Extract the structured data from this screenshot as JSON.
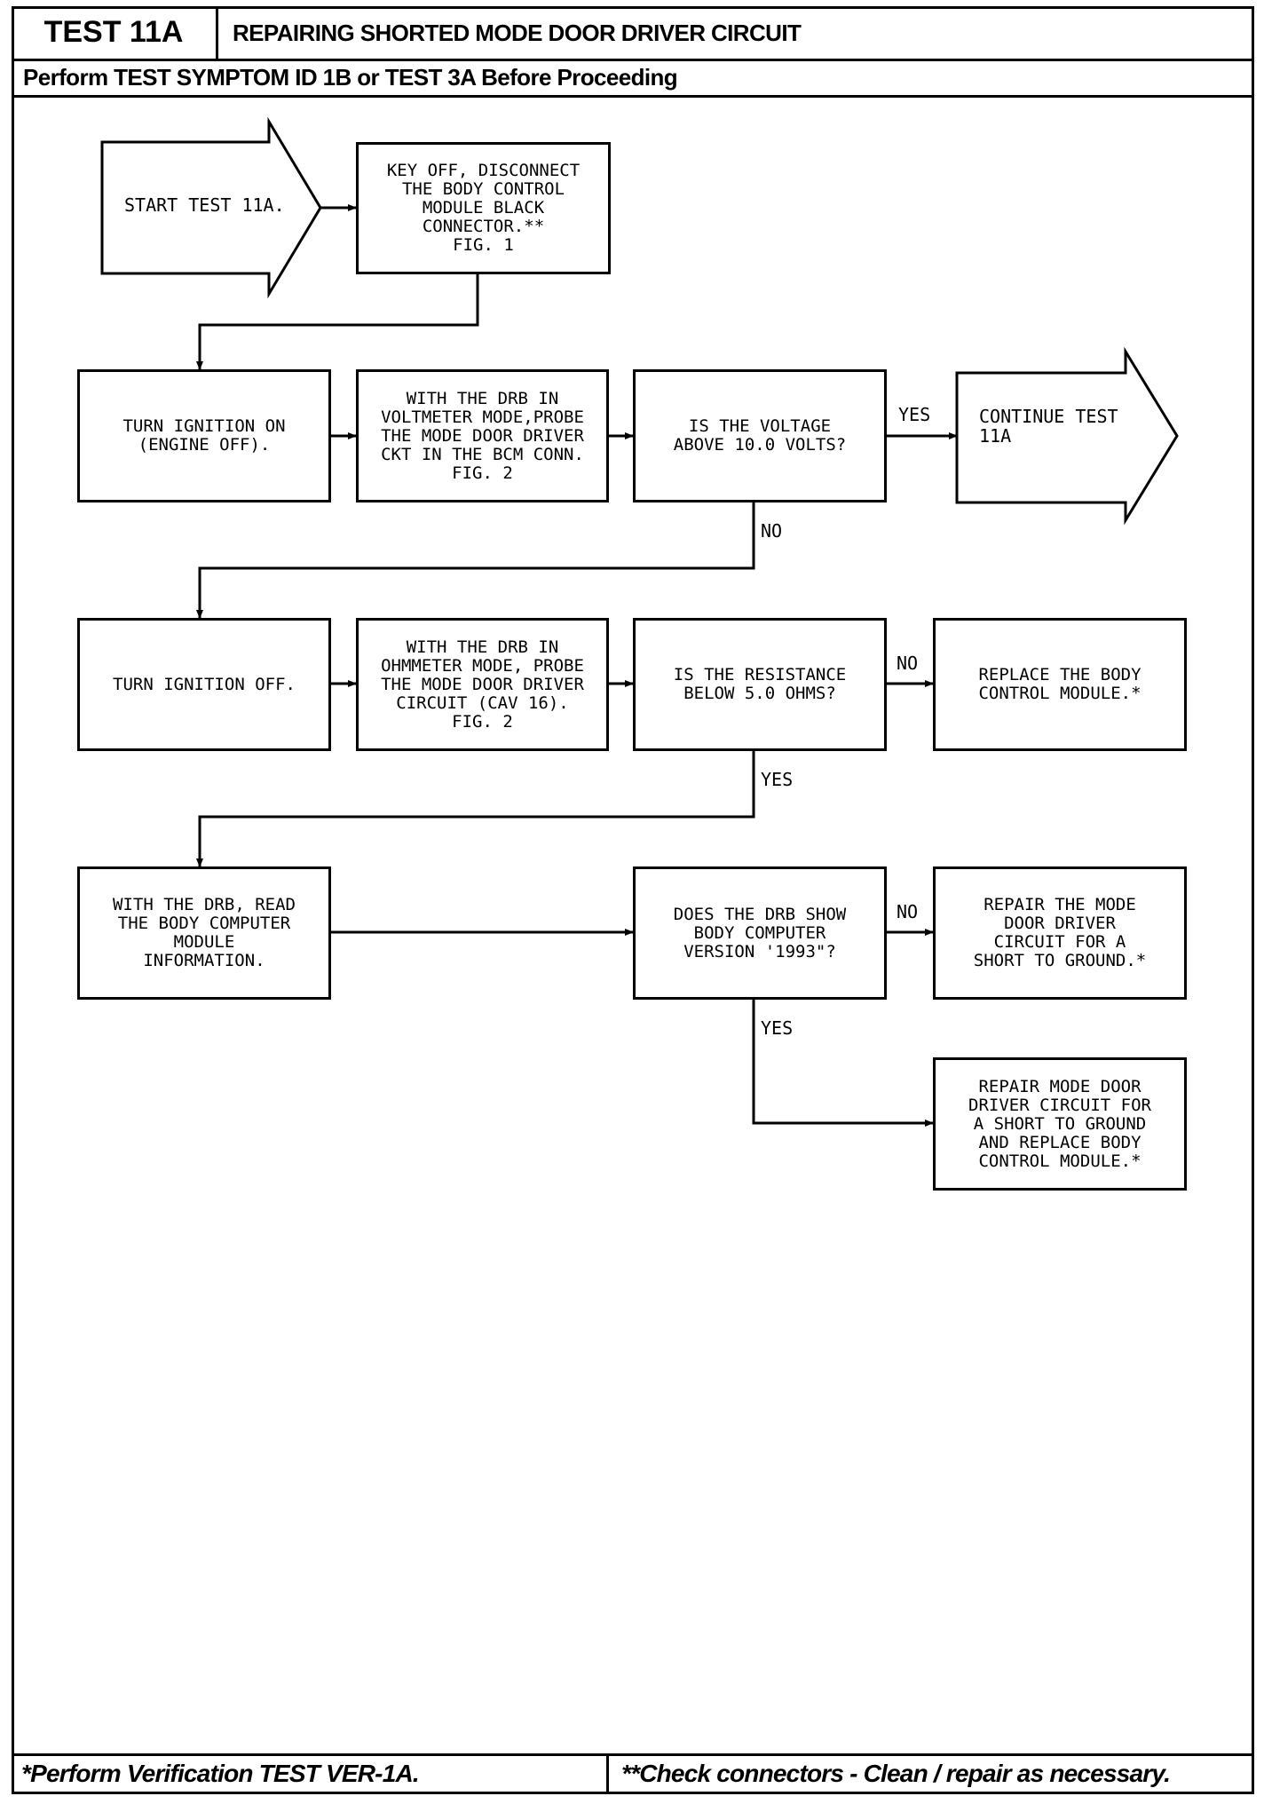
{
  "header": {
    "test_id": "TEST 11A",
    "title": "REPAIRING SHORTED MODE DOOR DRIVER CIRCUIT",
    "prerequisite": "Perform TEST SYMPTOM ID 1B or TEST 3A Before Proceeding"
  },
  "flow": {
    "start": "START TEST 11A.",
    "key_off": "KEY OFF, DISCONNECT\nTHE BODY CONTROL\nMODULE BLACK\nCONNECTOR.**\nFIG. 1",
    "ignition_on": "TURN IGNITION ON\n(ENGINE OFF).",
    "probe_voltage": "WITH THE DRB IN\nVOLTMETER MODE,PROBE\nTHE MODE DOOR DRIVER\nCKT IN THE BCM CONN.\nFIG. 2",
    "voltage_question": "IS THE VOLTAGE\nABOVE 10.0 VOLTS?",
    "continue": "CONTINUE TEST\n11A",
    "ignition_off": "TURN IGNITION OFF.",
    "probe_ohms": "WITH THE DRB IN\nOHMMETER MODE, PROBE\nTHE MODE DOOR DRIVER\nCIRCUIT (CAV 16).\nFIG. 2",
    "resistance_question": "IS THE RESISTANCE\nBELOW 5.0 OHMS?",
    "replace_bcm": "REPLACE THE BODY\nCONTROL MODULE.*",
    "read_info": "WITH THE DRB, READ\nTHE BODY COMPUTER\nMODULE\nINFORMATION.",
    "version_question": "DOES THE DRB SHOW\nBODY COMPUTER\nVERSION '1993\"?",
    "repair_short": "REPAIR THE MODE\nDOOR DRIVER\nCIRCUIT FOR A\nSHORT TO GROUND.*",
    "repair_and_replace": "REPAIR MODE DOOR\nDRIVER CIRCUIT FOR\nA SHORT TO GROUND\nAND REPLACE BODY\nCONTROL MODULE.*"
  },
  "labels": {
    "yes1": "YES",
    "no1": "NO",
    "no2": "NO",
    "yes2": "YES",
    "no3": "NO",
    "yes3": "YES"
  },
  "footer": {
    "left": "*Perform Verification TEST VER-1A.",
    "right": "**Check connectors - Clean / repair as necessary."
  }
}
